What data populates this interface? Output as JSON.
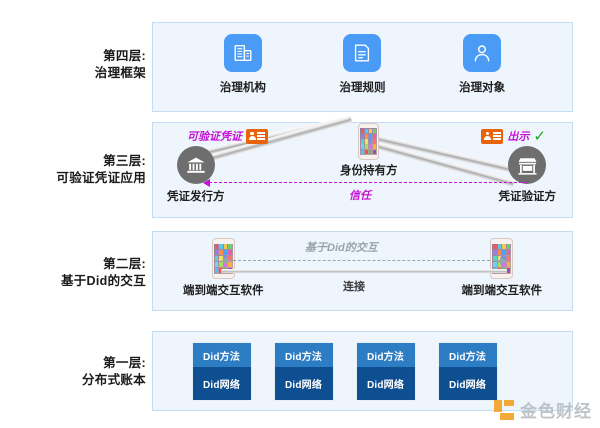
{
  "layers": [
    {
      "index": "4",
      "title": "第四层:",
      "subtitle": "治理框架"
    },
    {
      "index": "3",
      "title": "第三层:",
      "subtitle": "可验证凭证应用"
    },
    {
      "index": "2",
      "title": "第二层:",
      "subtitle": "基于Did的交互"
    },
    {
      "index": "1",
      "title": "第一层:",
      "subtitle": "分布式账本"
    }
  ],
  "governance": {
    "items": [
      {
        "icon": "building-icon",
        "label": "治理机构"
      },
      {
        "icon": "document-icon",
        "label": "治理规则"
      },
      {
        "icon": "person-icon",
        "label": "治理对象"
      }
    ]
  },
  "verifiable_credential": {
    "issuer": {
      "icon": "bank-icon",
      "label": "凭证发行方"
    },
    "holder": {
      "icon": "smartphone-icon",
      "label": "身份持有方"
    },
    "verifier": {
      "icon": "store-icon",
      "label": "凭证验证方"
    },
    "left_tag": "可验证凭证",
    "left_tag_icon": "id-card-icon",
    "right_tag": "出示",
    "right_tag_icon": "id-card-icon",
    "right_check": "✓",
    "trust_label": "信任"
  },
  "did_interaction": {
    "left": {
      "icon": "smartphone-icon",
      "label": "端到端交互软件"
    },
    "right": {
      "icon": "smartphone-icon",
      "label": "端到端交互软件"
    },
    "top_label": "基于Did的交互",
    "bottom_label": "连接"
  },
  "ledger": {
    "blocks": [
      {
        "top": "Did方法",
        "bottom": "Did网络"
      },
      {
        "top": "Did方法",
        "bottom": "Did网络"
      },
      {
        "top": "Did方法",
        "bottom": "Did网络"
      },
      {
        "top": "Did方法",
        "bottom": "Did网络"
      }
    ]
  },
  "watermark": {
    "text": "金色财经"
  },
  "colors": {
    "panel_bg": "#eef5fd",
    "panel_border": "#c5ddf3",
    "gov_icon_bg": "#4a9bf5",
    "magenta": "#c413d6",
    "orange": "#e8640c",
    "green_check": "#17a81a",
    "ledger_top": "#2d7dc4",
    "ledger_bottom": "#0d4f91",
    "gray_circle": "#6e6e6e",
    "watermark_orange": "#f2a32a"
  }
}
